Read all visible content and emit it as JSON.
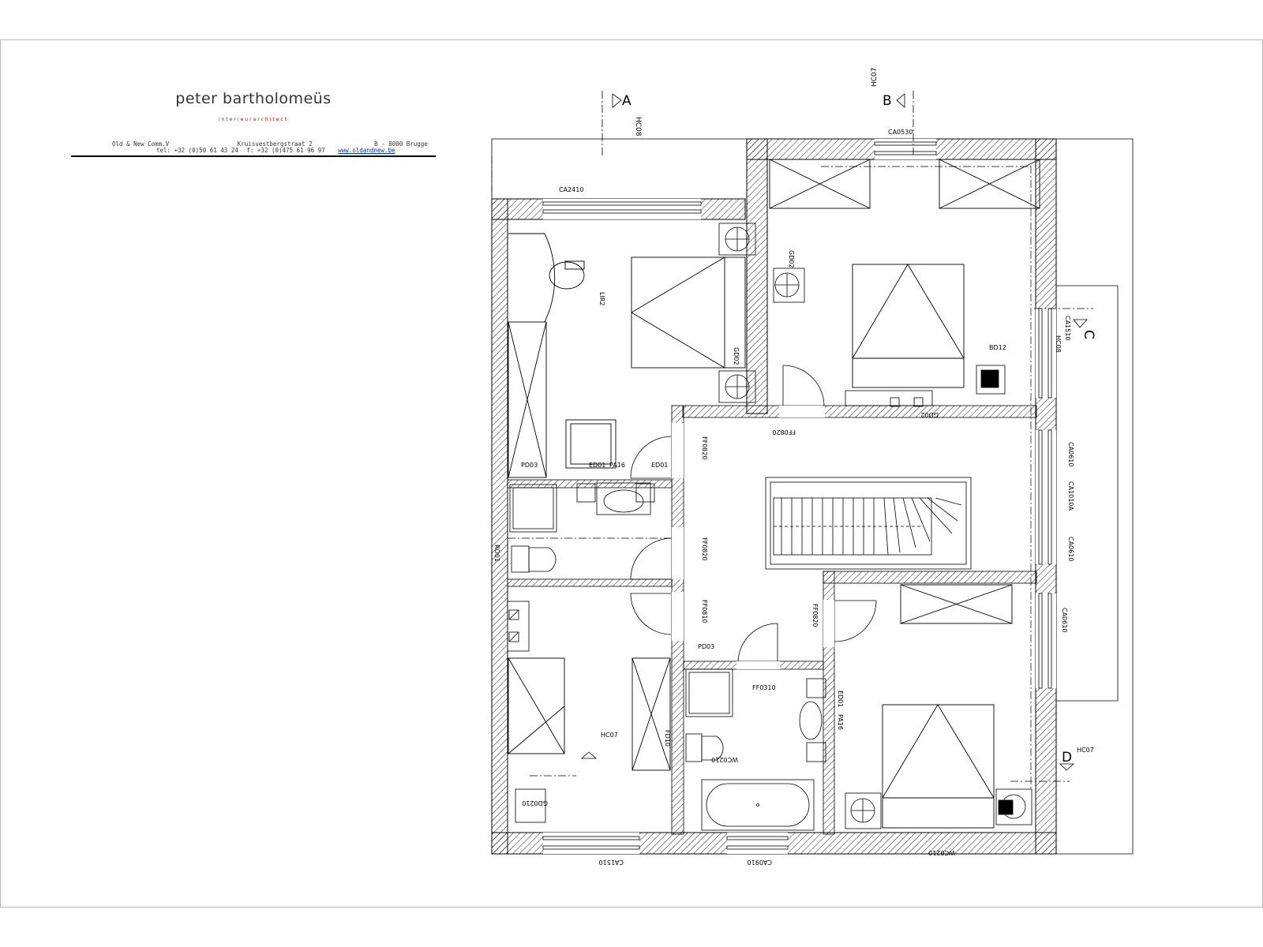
{
  "title_block": {
    "firm_name": "peter bartholomeüs",
    "tagline": "interieurarchitect",
    "company": "Old & New Comm.V",
    "street": "Kruisvestbergstraat 2",
    "city": "B - 8000 Brugge",
    "tel": "tel: +32 (0)50 61 43 24",
    "fax": "f: +32 (0)475 61 96 97",
    "website": "www.oldandnew.be",
    "web_color": "#0033cc",
    "accent_color": "#cc0000"
  },
  "section_markers": {
    "a": "A",
    "b": "B",
    "c": "C",
    "d": "D"
  },
  "labels": {
    "hc08_top": "HC08",
    "hc07_top": "HC07",
    "ca0530": "CA0530",
    "ca2410": "CA2410",
    "lir2": "LIR2",
    "gd02_a": "GD02",
    "gd02_b": "GD02",
    "gd02_c": "GD02",
    "bd12": "BD12",
    "ca1510_r": "CA1510",
    "hc08_r": "HC08",
    "ff0820_a": "FF0820",
    "ff0820_b": "FF0820",
    "ff0820_c": "FF0820",
    "ff0820_d": "FF0820",
    "pd03_a": "PD03",
    "pd03_b": "PD03",
    "ed01_a": "ED01",
    "ed01_b": "ED01",
    "ed01_c": "ED01",
    "ca0610_a": "CA0610",
    "ca0610_b": "CA0610",
    "ca1010a": "CA1010A",
    "ca0610_c": "CA0610",
    "hc07_bed": "HC07",
    "hc07_r": "HC07",
    "ff0310": "FF0310",
    "ca1510_b": "CA1510",
    "ca0910_b": "CA0910",
    "pa16_a": "PA16",
    "pa16_b": "PA16",
    "fd10": "FD10",
    "ff0810": "FF0810",
    "wc0210_a": "WC0210",
    "wc0210_b": "WC0210",
    "gd0210": "GD0210",
    "ro01": "RO01"
  }
}
